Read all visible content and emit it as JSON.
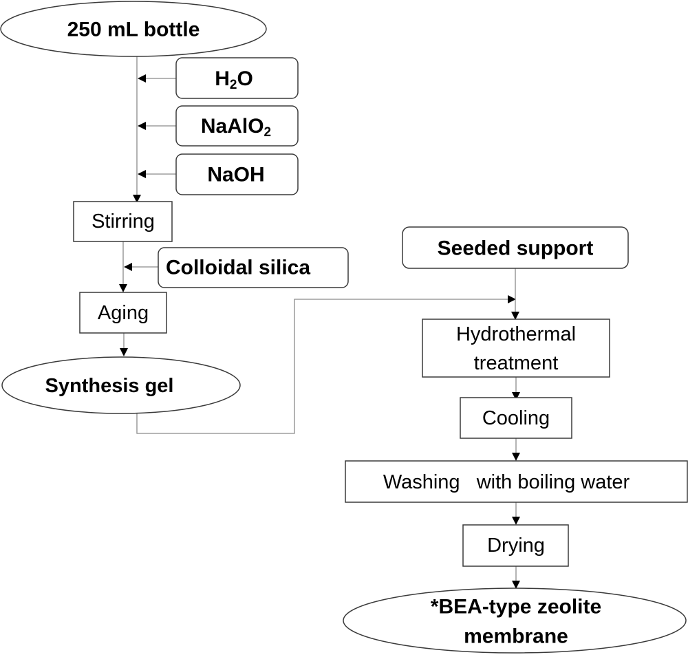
{
  "diagram": {
    "type": "flowchart",
    "nodes": {
      "bottle": {
        "label": "250 mL bottle",
        "shape": "ellipse",
        "style": "bold"
      },
      "h2o": {
        "label_main": "H",
        "label_sub": "2",
        "label_tail": "O",
        "full": "H2O",
        "shape": "rounded-rect",
        "style": "bold"
      },
      "naalo2": {
        "label_main": "NaAlO",
        "label_sub": "2",
        "full": "NaAlO2",
        "shape": "rounded-rect",
        "style": "bold"
      },
      "naoh": {
        "label": "NaOH",
        "shape": "rounded-rect",
        "style": "bold"
      },
      "stirring": {
        "label": "Stirring",
        "shape": "rect",
        "style": "normal"
      },
      "colloidal_silica": {
        "label": "Colloidal silica",
        "shape": "rounded-rect",
        "style": "bold"
      },
      "aging": {
        "label": "Aging",
        "shape": "rect",
        "style": "normal"
      },
      "synthesis_gel": {
        "label": "Synthesis gel",
        "shape": "ellipse",
        "style": "bold"
      },
      "seeded_support": {
        "label": "Seeded support",
        "shape": "rounded-rect",
        "style": "bold"
      },
      "hydrothermal": {
        "line1": "Hydrothermal",
        "line2": "treatment",
        "shape": "rect",
        "style": "normal"
      },
      "cooling": {
        "label": "Cooling",
        "shape": "rect",
        "style": "normal"
      },
      "washing": {
        "label": "Washing   with boiling water",
        "shape": "rect",
        "style": "normal"
      },
      "drying": {
        "label": "Drying",
        "shape": "rect",
        "style": "normal"
      },
      "membrane": {
        "line1": "*BEA-type zeolite",
        "line2": "membrane",
        "shape": "ellipse",
        "style": "bold"
      }
    },
    "edges": [
      {
        "from": "bottle",
        "to": "stirring"
      },
      {
        "from": "h2o",
        "to": "bottle-stirring-line"
      },
      {
        "from": "naalo2",
        "to": "bottle-stirring-line"
      },
      {
        "from": "naoh",
        "to": "bottle-stirring-line"
      },
      {
        "from": "stirring",
        "to": "aging"
      },
      {
        "from": "colloidal_silica",
        "to": "stirring-aging-line"
      },
      {
        "from": "aging",
        "to": "synthesis_gel"
      },
      {
        "from": "synthesis_gel",
        "to": "seeded-support-line"
      },
      {
        "from": "seeded_support",
        "to": "hydrothermal"
      },
      {
        "from": "hydrothermal",
        "to": "cooling"
      },
      {
        "from": "cooling",
        "to": "washing"
      },
      {
        "from": "washing",
        "to": "drying"
      },
      {
        "from": "drying",
        "to": "membrane"
      }
    ],
    "colors": {
      "stroke": "#3a3a3a",
      "connector": "#8a8a8a",
      "text": "#000000",
      "background": "#ffffff"
    }
  }
}
